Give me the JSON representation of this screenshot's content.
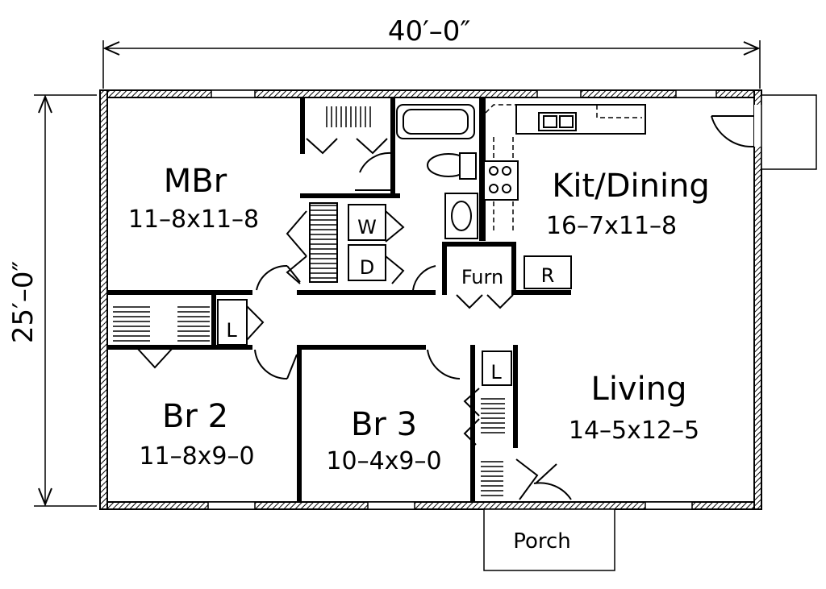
{
  "dimensions": {
    "width": "40′–0″",
    "depth": "25′–0″"
  },
  "rooms": {
    "mbr": {
      "name": "MBr",
      "size": "11–8x11–8"
    },
    "kitchen": {
      "name": "Kit/Dining",
      "size": "16–7x11–8"
    },
    "living": {
      "name": "Living",
      "size": "14–5x12–5"
    },
    "br2": {
      "name": "Br 2",
      "size": "11–8x9–0"
    },
    "br3": {
      "name": "Br 3",
      "size": "10–4x9–0"
    },
    "porch": {
      "name": "Porch"
    }
  },
  "fixtures": {
    "washer": "W",
    "dryer": "D",
    "furnace": "Furn",
    "refrigerator": "R",
    "linen_1": "L",
    "linen_2": "L"
  }
}
